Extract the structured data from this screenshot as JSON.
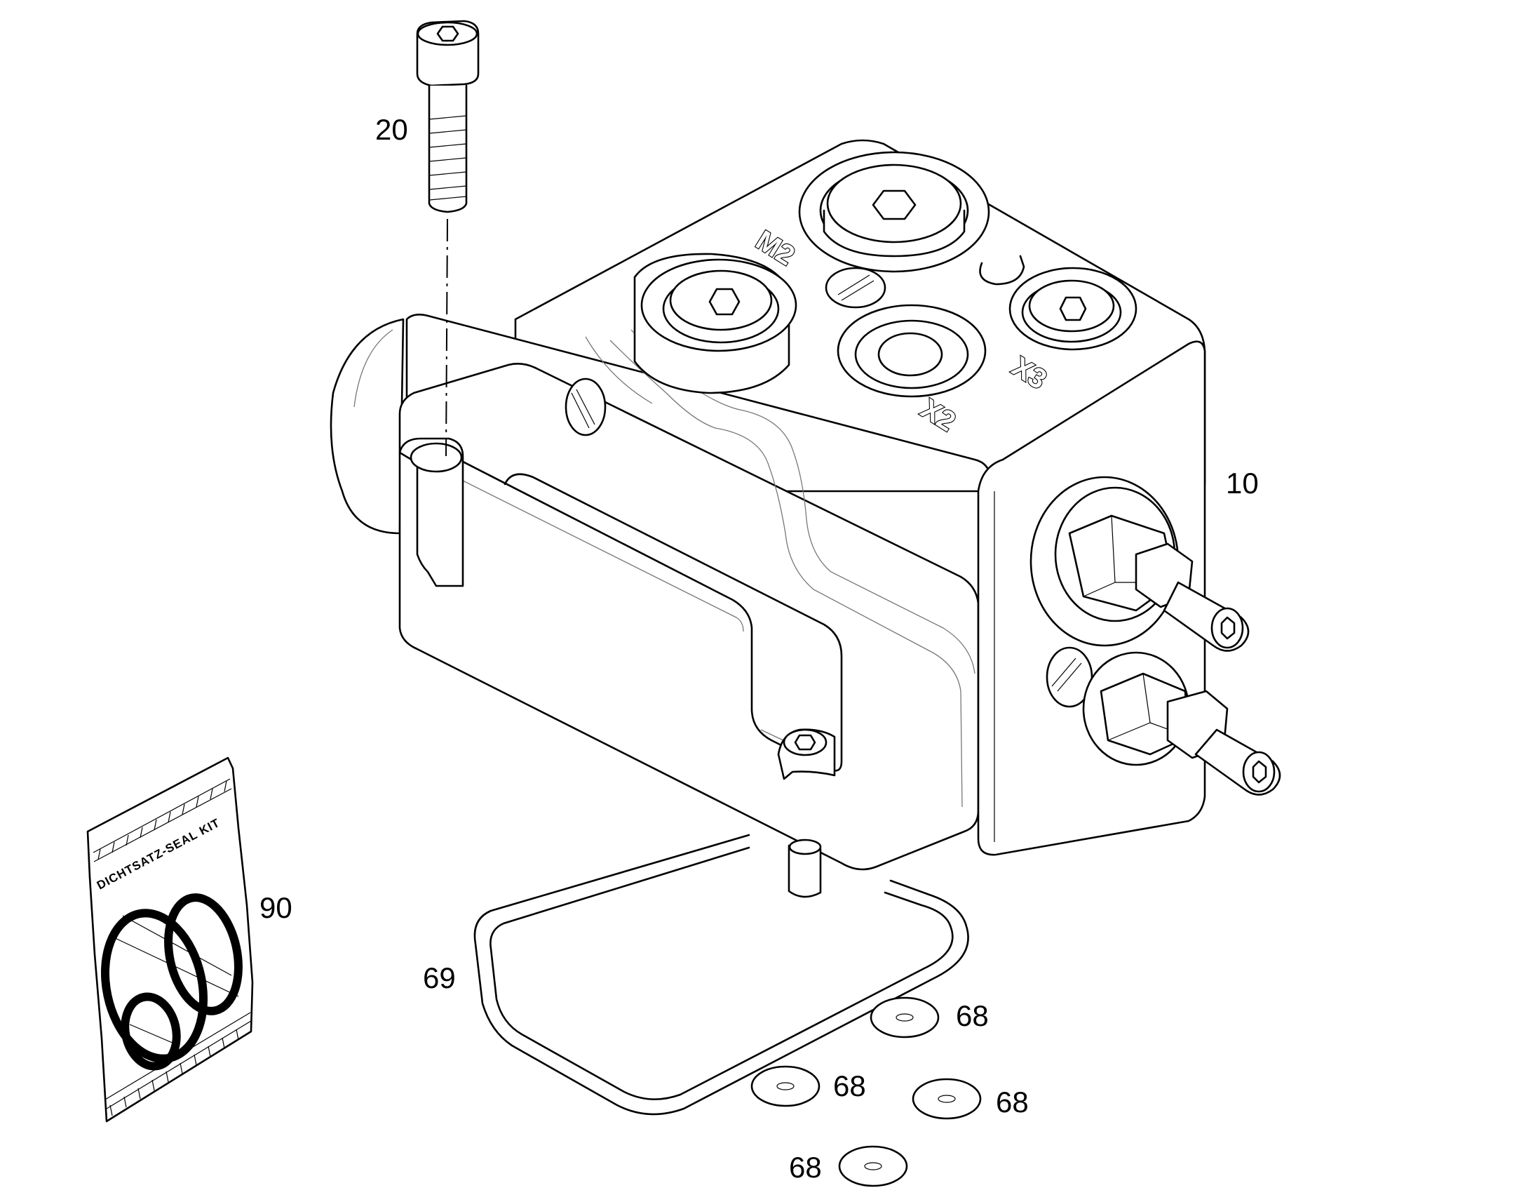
{
  "callouts": [
    {
      "id": "valve",
      "label": "10"
    },
    {
      "id": "screw",
      "label": "20"
    },
    {
      "id": "gasket",
      "label": "69"
    },
    {
      "id": "washer-a",
      "label": "68"
    },
    {
      "id": "washer-b",
      "label": "68"
    },
    {
      "id": "washer-c",
      "label": "68"
    },
    {
      "id": "washer-d",
      "label": "68"
    },
    {
      "id": "seal-kit",
      "label": "90"
    }
  ],
  "port_markings": {
    "m2": "M2",
    "x2": "X2",
    "x3": "X3"
  },
  "seal_kit": {
    "bag_text": "DICHTSATZ-SEAL KIT"
  },
  "colors": {
    "line": "#000000",
    "background": "#ffffff",
    "hidden_line": "#777777"
  }
}
